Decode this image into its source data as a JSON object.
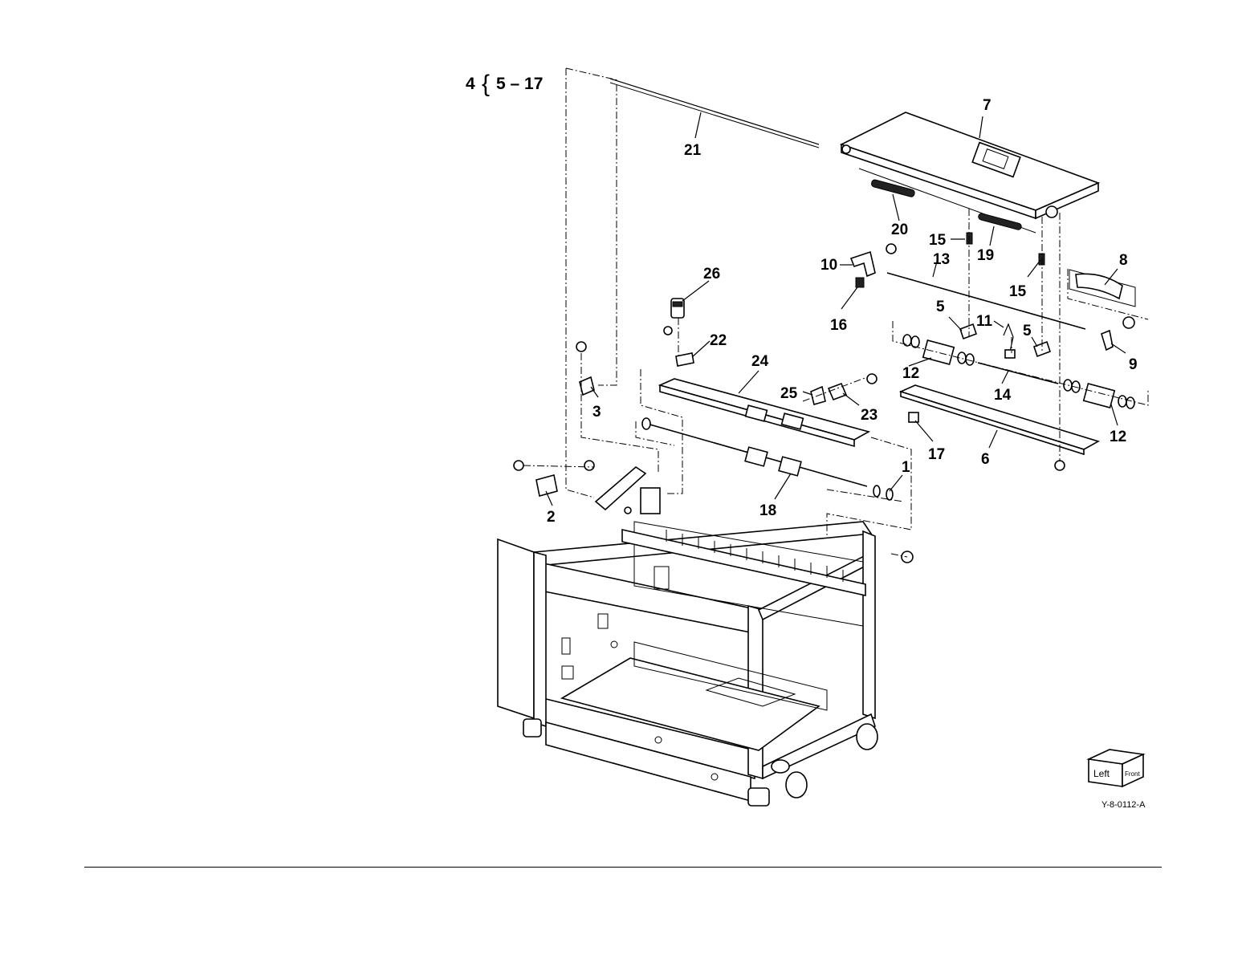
{
  "group_callout": {
    "number": "4",
    "brace": "{",
    "range": "5 – 17"
  },
  "labels": {
    "p1": "1",
    "p2": "2",
    "p3": "3",
    "p5a": "5",
    "p5b": "5",
    "p6": "6",
    "p7": "7",
    "p8": "8",
    "p9": "9",
    "p10": "10",
    "p11": "11",
    "p12a": "12",
    "p12b": "12",
    "p13": "13",
    "p14": "14",
    "p15a": "15",
    "p15b": "15",
    "p16": "16",
    "p17": "17",
    "p18": "18",
    "p19": "19",
    "p20": "20",
    "p21": "21",
    "p22": "22",
    "p23": "23",
    "p24": "24",
    "p25": "25",
    "p26": "26"
  },
  "orientation_cube": {
    "left": "Left",
    "front": "Front"
  },
  "figure_code": "Y-8-0112-A"
}
